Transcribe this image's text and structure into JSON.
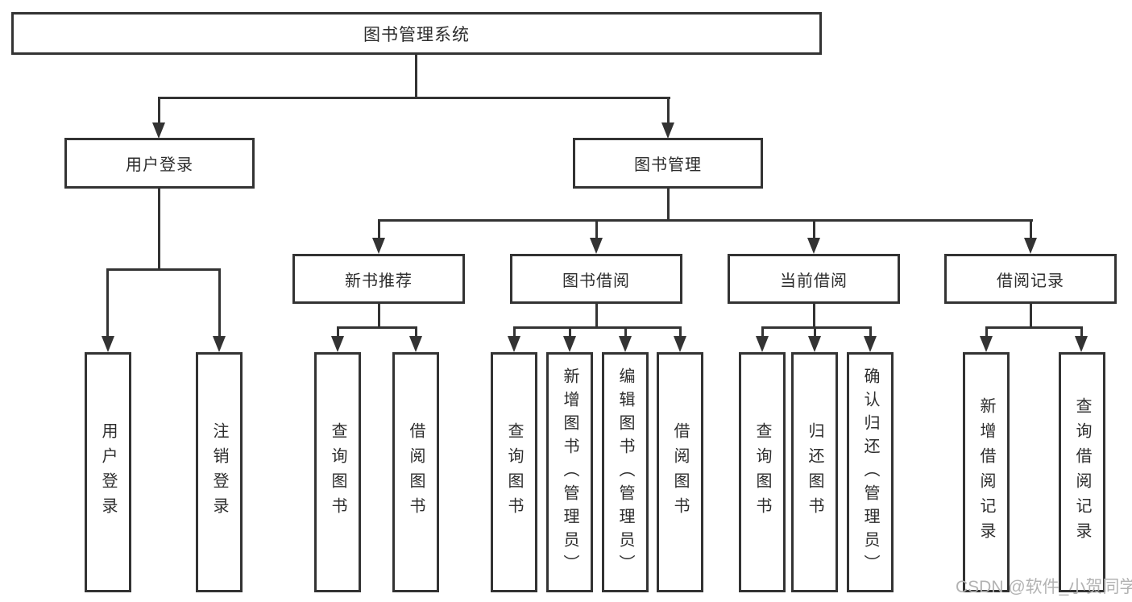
{
  "root": {
    "label": "图书管理系统"
  },
  "branches": [
    {
      "label": "用户登录",
      "children": [
        {
          "label": "用户登录"
        },
        {
          "label": "注销登录"
        }
      ]
    },
    {
      "label": "图书管理",
      "groups": [
        {
          "label": "新书推荐",
          "children": [
            {
              "label": "查询图书"
            },
            {
              "label": "借阅图书"
            }
          ]
        },
        {
          "label": "图书借阅",
          "children": [
            {
              "label": "查询图书"
            },
            {
              "label": "新增图书（管理员）"
            },
            {
              "label": "编辑图书（管理员）"
            },
            {
              "label": "借阅图书"
            }
          ]
        },
        {
          "label": "当前借阅",
          "children": [
            {
              "label": "查询图书"
            },
            {
              "label": "归还图书"
            },
            {
              "label": "确认归还（管理员）"
            }
          ]
        },
        {
          "label": "借阅记录",
          "children": [
            {
              "label": "新增借阅记录"
            },
            {
              "label": "查询借阅记录"
            }
          ]
        }
      ]
    }
  ],
  "watermark": "CSDN @软件_小贺同学",
  "colors": {
    "line": "#333333",
    "text": "#2d2d2d",
    "background": "#ffffff",
    "watermark": "#b3b3b3"
  }
}
